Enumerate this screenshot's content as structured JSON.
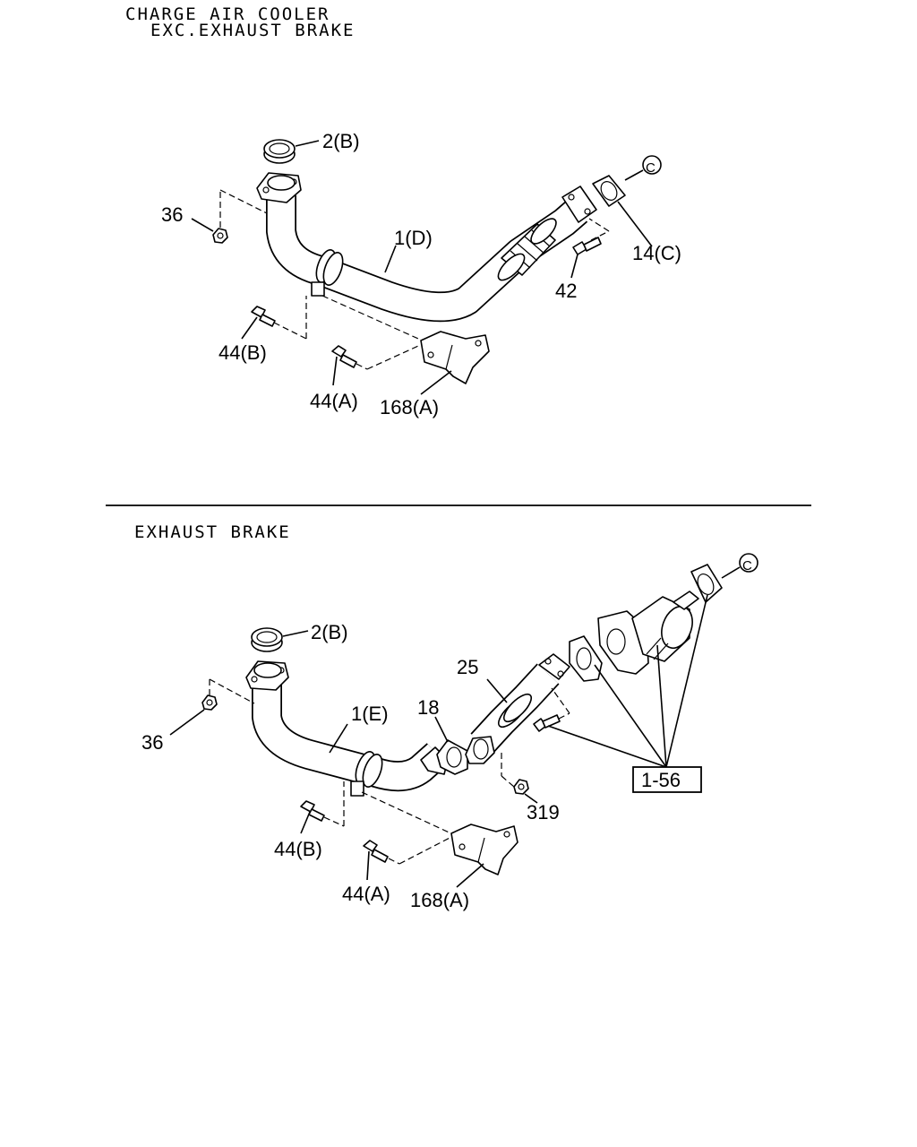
{
  "top_section": {
    "heading_line1": "CHARGE AIR COOLER",
    "heading_line2": "EXC.EXHAUST BRAKE",
    "labels": {
      "gasket_2b": "2(B)",
      "nut_36": "36",
      "pipe_1d": "1(D)",
      "gasket_14c": "14(C)",
      "bolt_42": "42",
      "bolt_44b": "44(B)",
      "bolt_44a": "44(A)",
      "bracket_168a": "168(A)",
      "ref_c": "C"
    }
  },
  "bottom_section": {
    "heading": "EXHAUST BRAKE",
    "labels": {
      "gasket_2b": "2(B)",
      "nut_36": "36",
      "pipe_1e": "1(E)",
      "gasket_18": "18",
      "pipe_25": "25",
      "nut_319": "319",
      "bolt_44b": "44(B)",
      "bolt_44a": "44(A)",
      "bracket_168a": "168(A)",
      "ref_box": "1-56",
      "ref_c": "C"
    }
  }
}
